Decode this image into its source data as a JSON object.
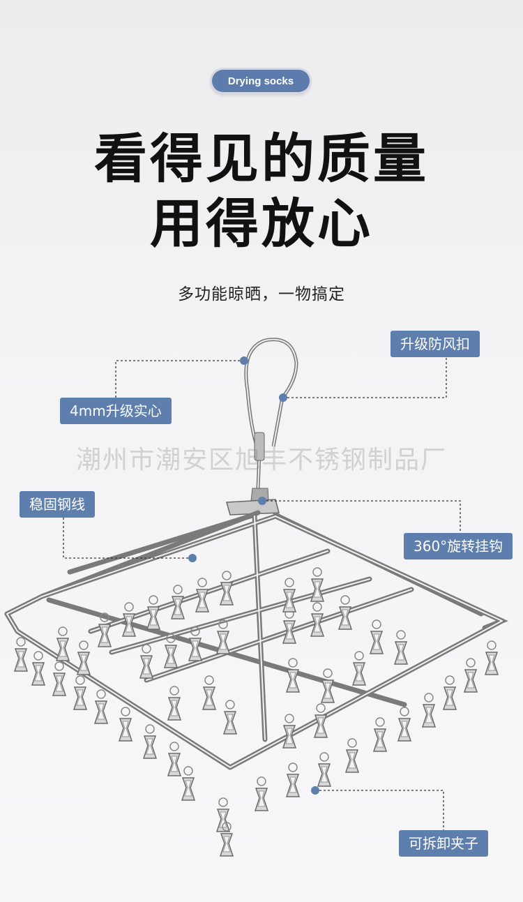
{
  "badge": "Drying socks",
  "headline": {
    "line1": "看得见的质量",
    "line2": "用得放心"
  },
  "subtitle": "多功能晾晒，一物搞定",
  "watermark": "潮州市潮安区旭丰不锈钢制品厂",
  "callouts": {
    "windproof_buckle": "升级防风扣",
    "solid_4mm": "4mm升级实心",
    "steel_wire": "稳固钢线",
    "rotating_hook": "360°旋转挂钩",
    "removable_clips": "可拆卸夹子"
  },
  "colors": {
    "accent": "#5e7eae",
    "headline": "#111111"
  }
}
